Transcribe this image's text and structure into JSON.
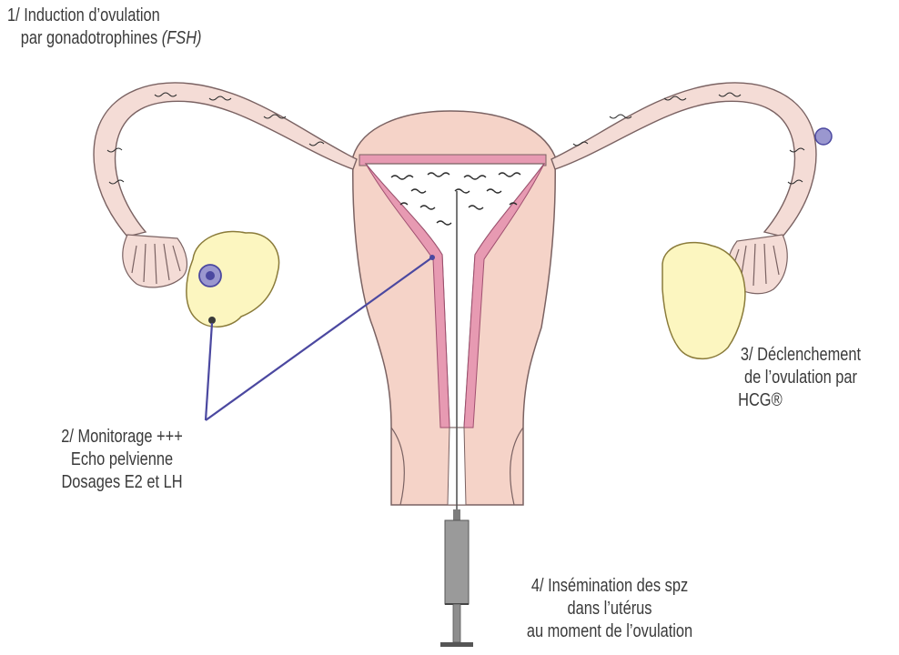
{
  "labels": {
    "step1": {
      "line1": "1/ Induction d’ovulation",
      "line2": "par gonadotrophines",
      "line2_italic": "(FSH)"
    },
    "step2": {
      "line1": "2/ Monitorage +++",
      "line2": "Echo pelvienne",
      "line3": "Dosages E2 et LH"
    },
    "step3": {
      "line1": "3/ Déclenchement",
      "line2": "de l’ovulation par",
      "line3": "HCG®"
    },
    "step4": {
      "line1": "4/ Insémination des spz",
      "line2": "dans l’utérus",
      "line3": "au moment de l’ovulation"
    }
  },
  "colors": {
    "uterus_body": "#f5d3c8",
    "endometrium": "#e79ab2",
    "tube_fill": "#f4dcd6",
    "ovary": "#fcf6c0",
    "follicle": "#9a97cf",
    "pointer": "#4b48a0",
    "syringe": "#9a9a9a",
    "outline": "#6b5a5a"
  }
}
